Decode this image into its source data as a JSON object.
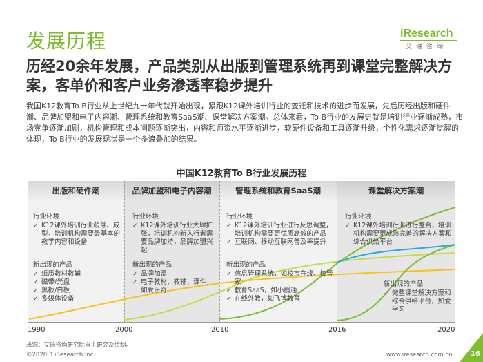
{
  "header": {
    "title": "发展历程",
    "logo_brand": "iResearch",
    "logo_cn": "艾瑞咨询"
  },
  "headline": "历经20余年发展，产品类别从出版到管理系统再到课堂完整解决方案，客单价和客户业务渗透率稳步提升",
  "intro": "我国K12教育To B行业从上世纪九十年代就开始出现，紧跟K12课外培训行业的变迁和技术的进步而发展，先后历经出版和硬件潮、品牌加盟和电子内容潮、管理系统和教育SaaS潮、课堂解决方案潮。总体来看，To B行业的发展史就是培训行业逐渐成熟，市场竞争逐渐加剧，机构管理和成本问题逐渐突出，内容和师资水平逐渐进步，软硬件设备和工具逐渐升级，个性化需求逐渐觉醒的体现，To B行业的发展现状是一个多浪叠加的结果。",
  "chart_title": "中国K12教育To B行业发展历程",
  "stages": [
    {
      "name": "出版和硬件潮",
      "env_title": "行业环境",
      "env_items": [
        "K12课外培训行业萌芽、成型，培训机构需要最基本的教学内容和设备"
      ],
      "prod_title": "新出现的产品",
      "prod_items": [
        "纸质教材教辅",
        "磁带/光盘",
        "黑板/白板",
        "多媒体设备"
      ]
    },
    {
      "name": "品牌加盟和电子内容潮",
      "env_title": "行业环境",
      "env_items": [
        "K12课外培训行业大肆扩张，培训机构新入行者需要品牌加持，品牌加盟兴起"
      ],
      "prod_title": "新出现的产品",
      "prod_items": [
        "品牌加盟",
        "电子教材、教辅、课件，如爱乐奇"
      ]
    },
    {
      "name": "管理系统和教育SaaS潮",
      "env_title": "行业环境",
      "env_items": [
        "K12课外培训行业进行反思调整，培训机构需要更优质高效的产品",
        "互联网、移动互联网普及率提升"
      ],
      "prod_title": "新出现的产品",
      "prod_items": [
        "信息管理系统，如校宝在线、校管家",
        "教育SaaS，如小鹅通",
        "在线外教，如飞博教育"
      ]
    },
    {
      "name": "课堂解决方案潮",
      "env_title": "行业环境",
      "env_items": [
        "K12课外培训行业进行整合，培训机构需要更成熟完善的解决方案和综合供给平台"
      ],
      "prod_title": "新出现的产品",
      "prod_items": [
        "完整课堂解决方案和综合供给平台，如爱学习"
      ]
    }
  ],
  "years": [
    "1990",
    "2000",
    "2010",
    "2016",
    "2020"
  ],
  "source": "来源：艾瑞咨询研究院自主研究及绘制。",
  "footer_left": "©2020.3 iResearch Inc.",
  "footer_right": "www.iresearch.com.cn",
  "page_number": "16",
  "colors": {
    "accent_green": "#7dbd2e",
    "stage_gray": "#d9d9d9",
    "stage_light": "#f2f2f2",
    "curve_yellow": "#f5c518",
    "curve_lightgreen": "#c5dd43",
    "curve_green": "#7dbd2e",
    "curve_blue": "#29a8e0"
  }
}
